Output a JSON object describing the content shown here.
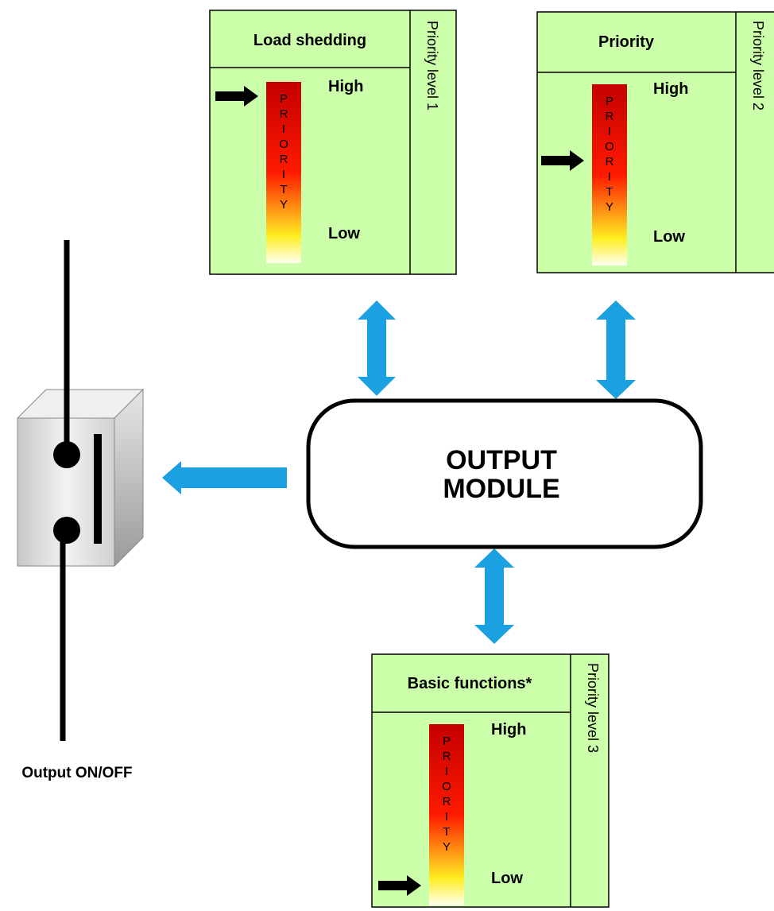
{
  "priority_scale": {
    "high_label": "High",
    "low_label": "Low",
    "bar_letters": [
      "P",
      "R",
      "I",
      "O",
      "R",
      "I",
      "T",
      "Y"
    ]
  },
  "panels": [
    {
      "title": "Load shedding",
      "side_label": "Priority level 1",
      "arrow_level": "High"
    },
    {
      "title": "Priority",
      "side_label": "Priority level 2",
      "arrow_level": "Middle"
    },
    {
      "title": "Basic functions*",
      "side_label": "Priority level 3",
      "arrow_level": "Low"
    }
  ],
  "module": {
    "line1": "OUTPUT",
    "line2": "MODULE"
  },
  "output": {
    "caption": "Output ON/OFF"
  },
  "colors": {
    "panel_fill": "#ccffaa",
    "connector_arrow": "#1ba0e2",
    "priority_high": "#cc0000",
    "priority_mid": "#ff2200",
    "priority_low": "#ffff33"
  }
}
